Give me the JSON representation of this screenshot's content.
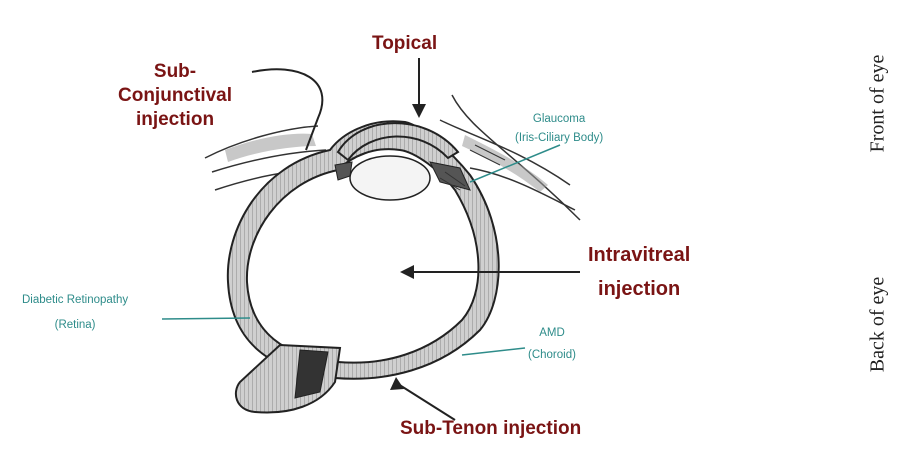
{
  "labels": {
    "topical": "Topical",
    "subconj_line1": "Sub-",
    "subconj_line2": "Conjunctival",
    "subconj_line3": "injection",
    "glaucoma_line1": "Glaucoma",
    "glaucoma_line2": "(Iris-Ciliary Body)",
    "intravitreal_line1": "Intravitreal",
    "intravitreal_line2": "injection",
    "diabetic_line1": "Diabetic Retinopathy",
    "diabetic_line2": "(Retina)",
    "amd_line1": "AMD",
    "amd_line2": "(Choroid)",
    "subtenon": "Sub-Tenon injection"
  },
  "side_labels": {
    "front": "Front of eye",
    "back": "Back of eye"
  },
  "colors": {
    "route_label": "#7a1414",
    "disease_label": "#2e8c8a",
    "line": "#222222"
  }
}
